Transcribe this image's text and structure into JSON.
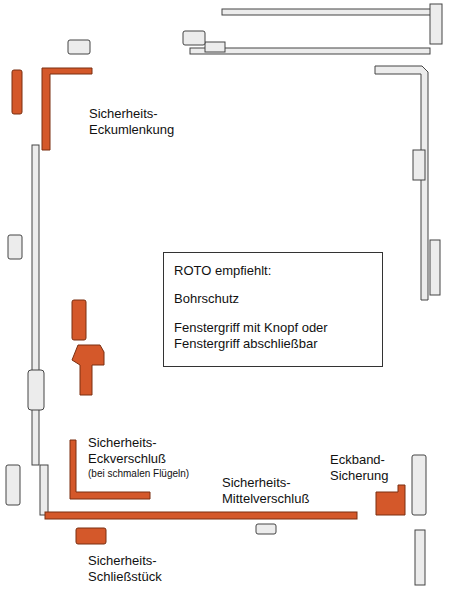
{
  "diagram": {
    "nodes": [
      {
        "text": [
          "ROTO empfiehlt:",
          "Bohrschutz",
          "Fenstergriff mit Knopf oder Fenstergriff abschließbar"
        ]
      }
    ],
    "labels": [
      "Sicherheits-Eckumlenkung",
      "Sicherheits-Eckverschluß",
      "(bei schmalen Flügeln)",
      "Sicherheits-Mittelverschluß",
      "Eckband-Sicherung",
      "Sicherheits-Schließstück"
    ]
  }
}
